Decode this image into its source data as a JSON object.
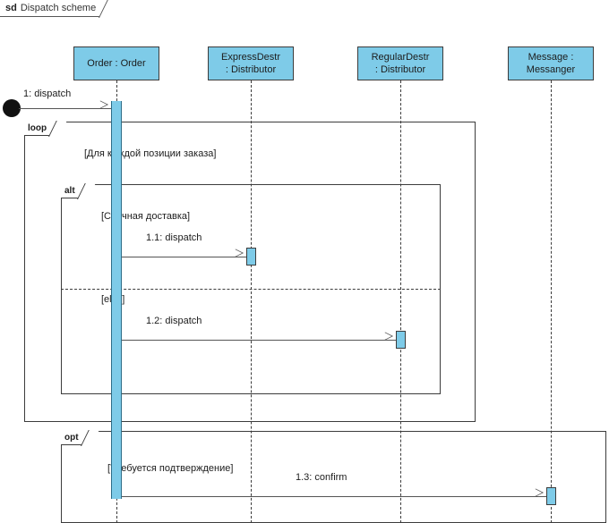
{
  "diagram": {
    "kind": "sd",
    "title": "Dispatch scheme",
    "colors": {
      "lifeline_head_fill": "#7ecbe8",
      "activation_fill": "#7ecbe8",
      "activation_border": "#2e6d88",
      "line": "#3c3c3c",
      "message_line": "#555555",
      "text": "#1c1c1c",
      "background": "#ffffff"
    }
  },
  "lifelines": [
    {
      "id": "order",
      "line1": "Order : Order",
      "line2": ""
    },
    {
      "id": "expressdestr",
      "line1": "ExpressDestr",
      "line2": ": Distributor"
    },
    {
      "id": "regulardestr",
      "line1": "RegularDestr",
      "line2": ": Distributor"
    },
    {
      "id": "messenger",
      "line1": "Message :",
      "line2": "Messanger"
    }
  ],
  "fragments": [
    {
      "id": "loop",
      "operator": "loop",
      "guard": "[Для каждой позиции заказа]"
    },
    {
      "id": "alt",
      "operator": "alt",
      "guard": "[Срочная доставка]",
      "else_guard": "[else]"
    },
    {
      "id": "opt",
      "operator": "opt",
      "guard": "[Требуется подтверждение]"
    }
  ],
  "messages": [
    {
      "id": "m1",
      "label": "1: dispatch",
      "from": "start",
      "to": "order"
    },
    {
      "id": "m1_1",
      "label": "1.1: dispatch",
      "from": "order",
      "to": "expressdestr"
    },
    {
      "id": "m1_2",
      "label": "1.2: dispatch",
      "from": "order",
      "to": "regulardestr"
    },
    {
      "id": "m1_3",
      "label": "1.3: confirm",
      "from": "order",
      "to": "messenger"
    }
  ]
}
